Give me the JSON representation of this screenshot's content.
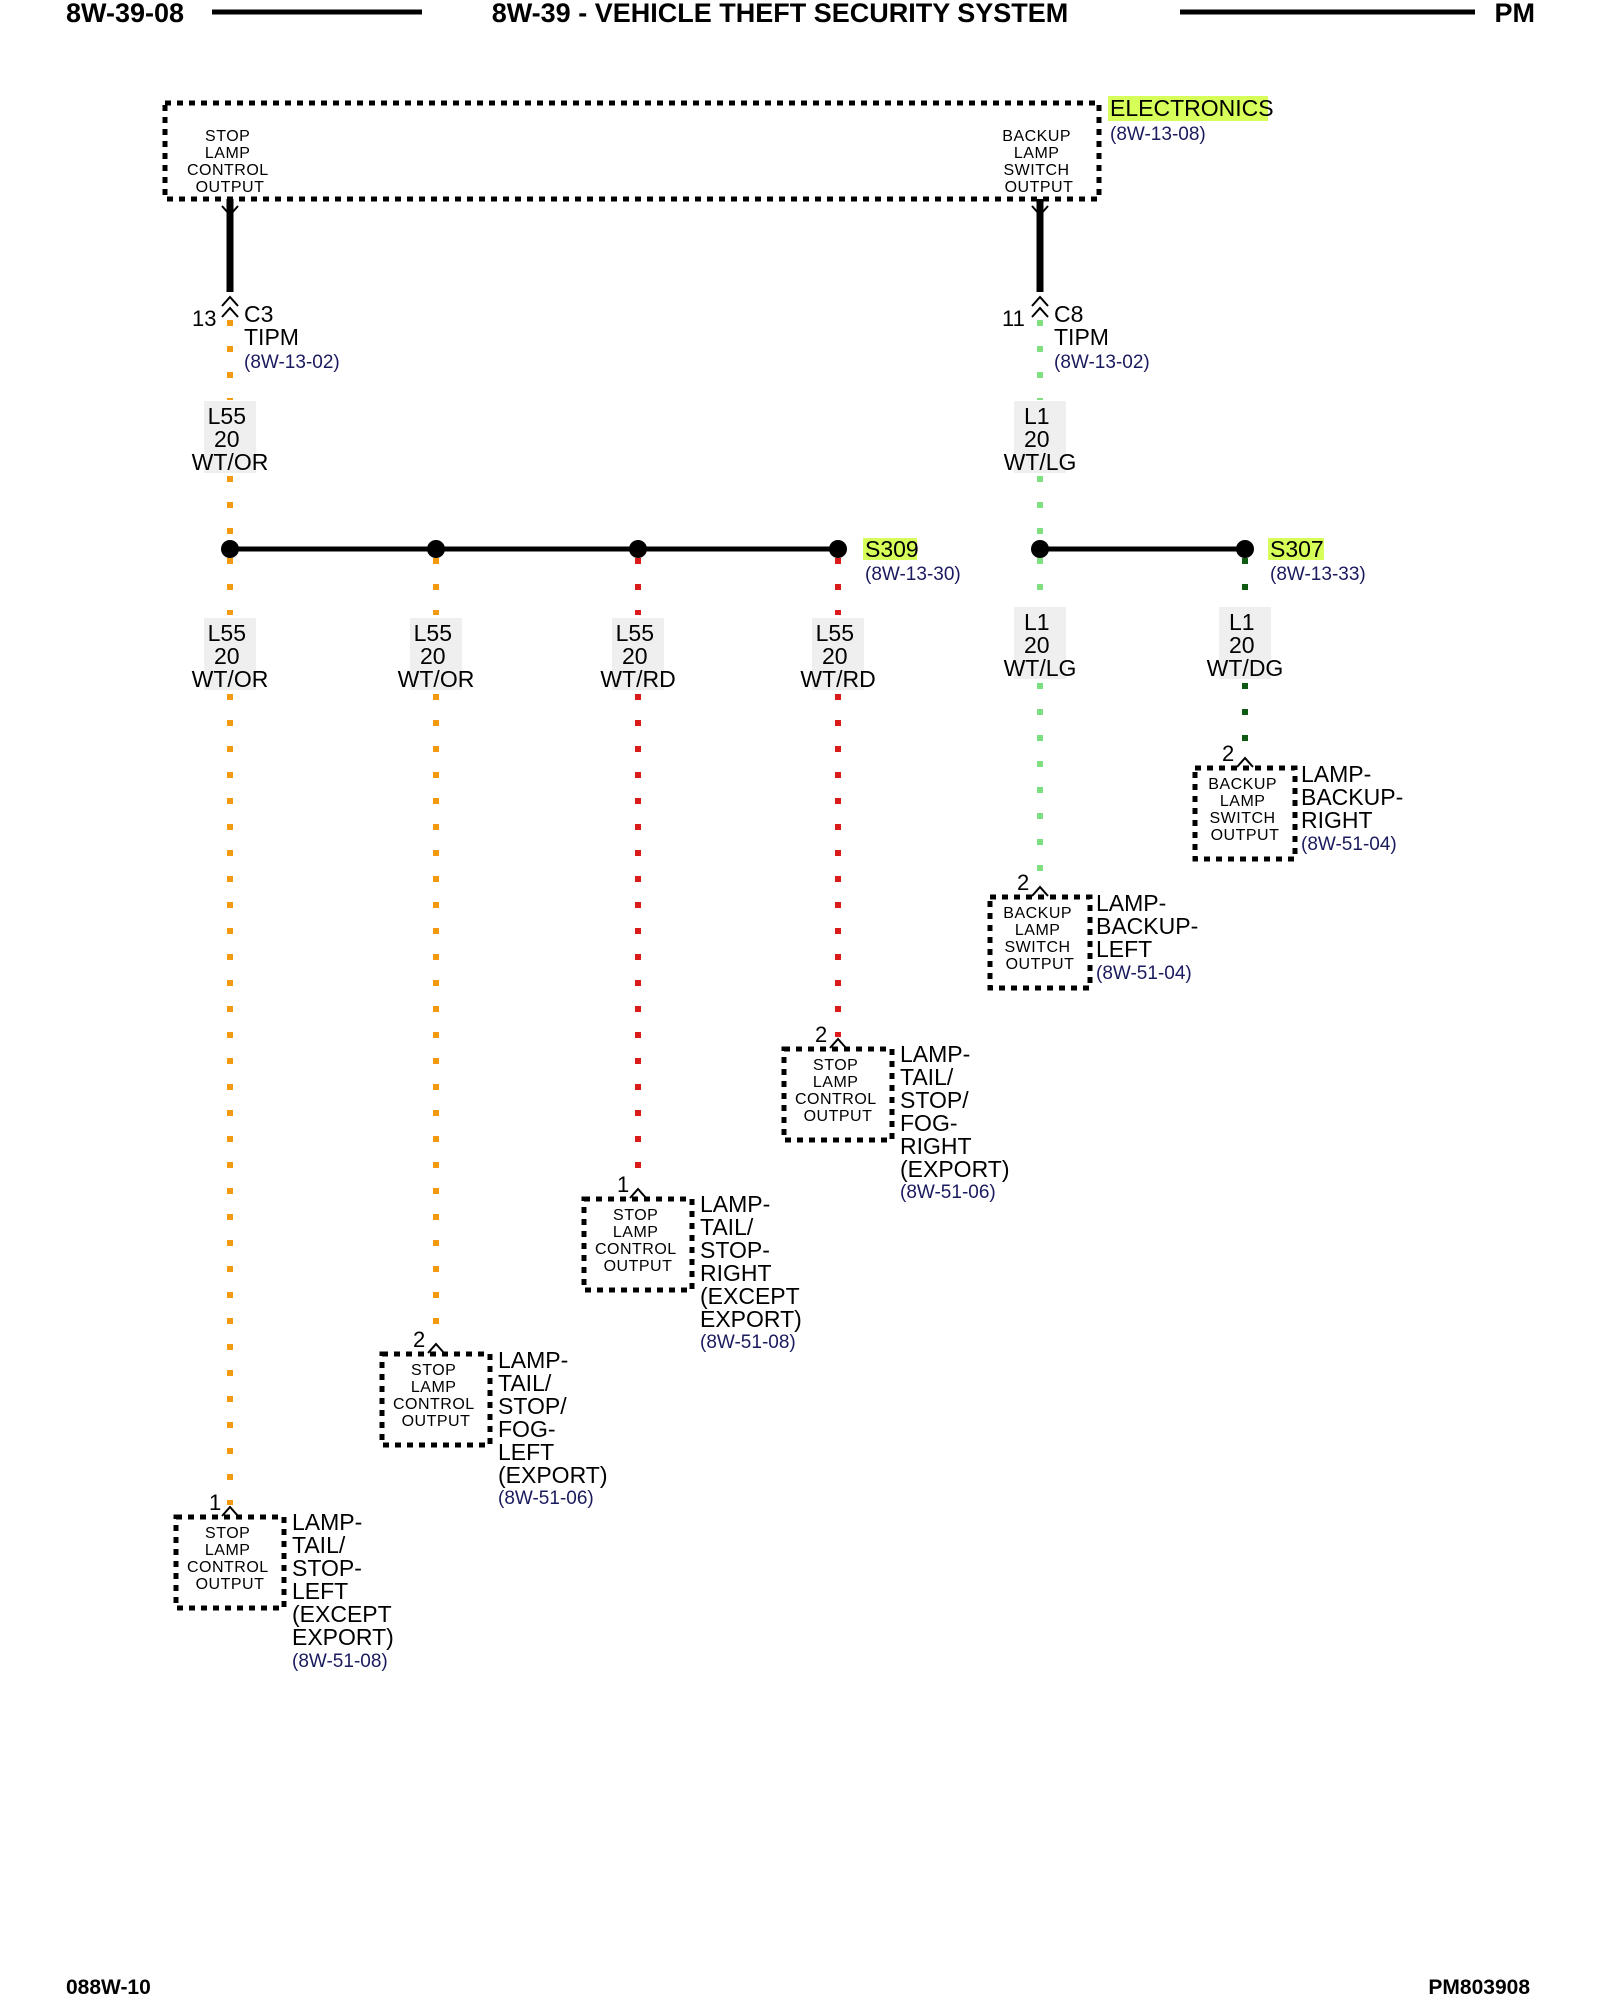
{
  "header": {
    "left": "8W-39-08",
    "title": "8W-39 - VEHICLE THEFT SECURITY SYSTEM",
    "right": "PM"
  },
  "footer": {
    "left": "088W-10",
    "right": "PM803908"
  },
  "colors": {
    "wire_orange": "#f39a12",
    "wire_red": "#dd1a1a",
    "wire_lightgreen": "#7ee07e",
    "wire_darkgreen": "#0e5a12",
    "highlight": "#d7ff5a",
    "reference": "#1a1a5e"
  },
  "module": {
    "name": "ELECTRONICS",
    "ref": "(8W-13-08)",
    "left_output": [
      "STOP",
      "LAMP",
      "CONTROL",
      "OUTPUT"
    ],
    "right_output": [
      "BACKUP",
      "LAMP",
      "SWITCH",
      "OUTPUT"
    ]
  },
  "connectors": {
    "c3": {
      "pin": "13",
      "name": "C3",
      "device": "TIPM",
      "ref": "(8W-13-02)"
    },
    "c8": {
      "pin": "11",
      "name": "C8",
      "device": "TIPM",
      "ref": "(8W-13-02)"
    }
  },
  "wires": {
    "w_l55_top": [
      "L55",
      "20",
      "WT/OR"
    ],
    "w_l1_top": [
      "L1",
      "20",
      "WT/LG"
    ],
    "w_l55_1": [
      "L55",
      "20",
      "WT/OR"
    ],
    "w_l55_2": [
      "L55",
      "20",
      "WT/OR"
    ],
    "w_l55_3": [
      "L55",
      "20",
      "WT/RD"
    ],
    "w_l55_4": [
      "L55",
      "20",
      "WT/RD"
    ],
    "w_l1_1": [
      "L1",
      "20",
      "WT/LG"
    ],
    "w_l1_2": [
      "L1",
      "20",
      "WT/DG"
    ]
  },
  "splices": {
    "s309": {
      "name": "S309",
      "ref": "(8W-13-30)"
    },
    "s307": {
      "name": "S307",
      "ref": "(8W-13-33)"
    }
  },
  "loads": {
    "tail_left": {
      "pin": "1",
      "box": [
        "STOP",
        "LAMP",
        "CONTROL",
        "OUTPUT"
      ],
      "name": [
        "LAMP-",
        "TAIL/",
        "STOP-",
        "LEFT",
        "(EXCEPT",
        "EXPORT)"
      ],
      "ref": "(8W-51-08)"
    },
    "fog_left": {
      "pin": "2",
      "box": [
        "STOP",
        "LAMP",
        "CONTROL",
        "OUTPUT"
      ],
      "name": [
        "LAMP-",
        "TAIL/",
        "STOP/",
        "FOG-",
        "LEFT",
        "(EXPORT)"
      ],
      "ref": "(8W-51-06)"
    },
    "tail_right": {
      "pin": "1",
      "box": [
        "STOP",
        "LAMP",
        "CONTROL",
        "OUTPUT"
      ],
      "name": [
        "LAMP-",
        "TAIL/",
        "STOP-",
        "RIGHT",
        "(EXCEPT",
        "EXPORT)"
      ],
      "ref": "(8W-51-08)"
    },
    "fog_right": {
      "pin": "2",
      "box": [
        "STOP",
        "LAMP",
        "CONTROL",
        "OUTPUT"
      ],
      "name": [
        "LAMP-",
        "TAIL/",
        "STOP/",
        "FOG-",
        "RIGHT",
        "(EXPORT)"
      ],
      "ref": "(8W-51-06)"
    },
    "backup_left": {
      "pin": "2",
      "box": [
        "BACKUP",
        "LAMP",
        "SWITCH",
        "OUTPUT"
      ],
      "name": [
        "LAMP-",
        "BACKUP-",
        "LEFT"
      ],
      "ref": "(8W-51-04)"
    },
    "backup_right": {
      "pin": "2",
      "box": [
        "BACKUP",
        "LAMP",
        "SWITCH",
        "OUTPUT"
      ],
      "name": [
        "LAMP-",
        "BACKUP-",
        "RIGHT"
      ],
      "ref": "(8W-51-04)"
    }
  }
}
